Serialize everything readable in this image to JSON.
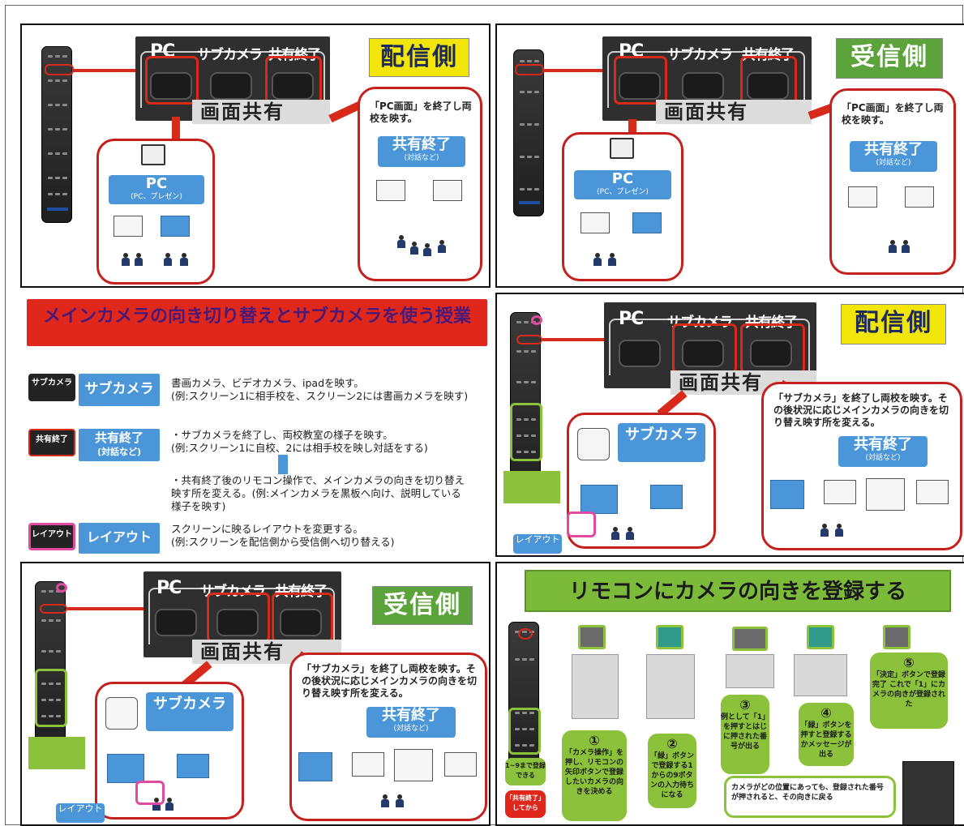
{
  "p1": {
    "keys": {
      "pc": "PC",
      "sub": "サブカメラ",
      "share": "共有終了"
    },
    "sharebar": "画面共有",
    "side": "配信側",
    "card_text": "「PC画面」を終了し両校を映す。",
    "box_title": "共有終了",
    "box_sub": "(対話など)",
    "pc_title": "PC",
    "pc_sub": "(PC、プレゼン)"
  },
  "p2": {
    "keys": {
      "pc": "PC",
      "sub": "サブカメラ",
      "share": "共有終了"
    },
    "sharebar": "画面共有",
    "side": "受信側",
    "card_text": "「PC画面」を終了し両校を映す。",
    "box_title": "共有終了",
    "box_sub": "(対話など)",
    "pc_title": "PC",
    "pc_sub": "(PC、プレゼン)"
  },
  "p3": {
    "title": "メインカメラの向き切り替えとサブカメラを使う授業",
    "rows": [
      {
        "key": "サブカメラ",
        "label": "サブカメラ",
        "desc1": "書画カメラ、ビデオカメラ、ipadを映す。",
        "desc2": "(例:スクリーン1に相手校を、スクリーン2には書画カメラを映す)"
      },
      {
        "key": "共有終了",
        "label": "共有終了",
        "label_sub": "(対話など)",
        "desc1": "・サブカメラを終了し、両校教室の様子を映す。",
        "desc2": "(例:スクリーン1に自校、2には相手校を映し対話をする)"
      },
      {
        "desc1": "・共有終了後のリモコン操作で、メインカメラの向きを切り替え",
        "desc2": "映す所を変える。(例:メインカメラを黒板へ向け、説明している",
        "desc3": "様子を映す)"
      },
      {
        "key": "レイアウト",
        "label": "レイアウト",
        "desc1": "スクリーンに映るレイアウトを変更する。",
        "desc2": "(例:スクリーンを配信側から受信側へ切り替える)"
      }
    ]
  },
  "p4": {
    "keys": {
      "pc": "PC",
      "sub": "サブカメラ",
      "share": "共有終了"
    },
    "sharebar": "画面共有",
    "side": "配信側",
    "card_text": "「サブカメラ」を終了し両校を映す。その後状況に応じメインカメラの向きを切り替え映す所を変える。",
    "box_title": "共有終了",
    "box_sub": "(対話など)",
    "sub_title": "サブカメラ",
    "layout_label": "レイアウト"
  },
  "p5": {
    "keys": {
      "pc": "PC",
      "sub": "サブカメラ",
      "share": "共有終了"
    },
    "sharebar": "画面共有",
    "side": "受信側",
    "card_text": "「サブカメラ」を終了し両校を映す。その後状況に応じメインカメラの向きを切り替え映す所を変える。",
    "box_title": "共有終了",
    "box_sub": "(対話など)",
    "sub_title": "サブカメラ",
    "layout_label": "レイアウト"
  },
  "p6": {
    "title": "リモコンにカメラの向きを登録する",
    "steps": [
      {
        "num": "①",
        "text": "「カメラ操作」を押し、リモコンの矢印ボタンで登録したいカメラの向きを決める"
      },
      {
        "num": "②",
        "text": "「緑」ボタンで登録する1からの9ボタンの入力待ちになる"
      },
      {
        "num": "③",
        "text": "例として「1」を押すとはじに押された番号が出る"
      },
      {
        "num": "④",
        "text": "「緑」ボタンを押すと登録するかメッセージが出る"
      },
      {
        "num": "⑤",
        "text": "「決定」ボタンで登録完了 これで「1」にカメラの向きが登録された"
      }
    ],
    "stop_label": "「共有終了」してから",
    "keypad_label": "1~9まで登録できる",
    "bottom_note": "カメラがどの位置にあっても、登録された番号が押されると、その向きに戻る"
  }
}
